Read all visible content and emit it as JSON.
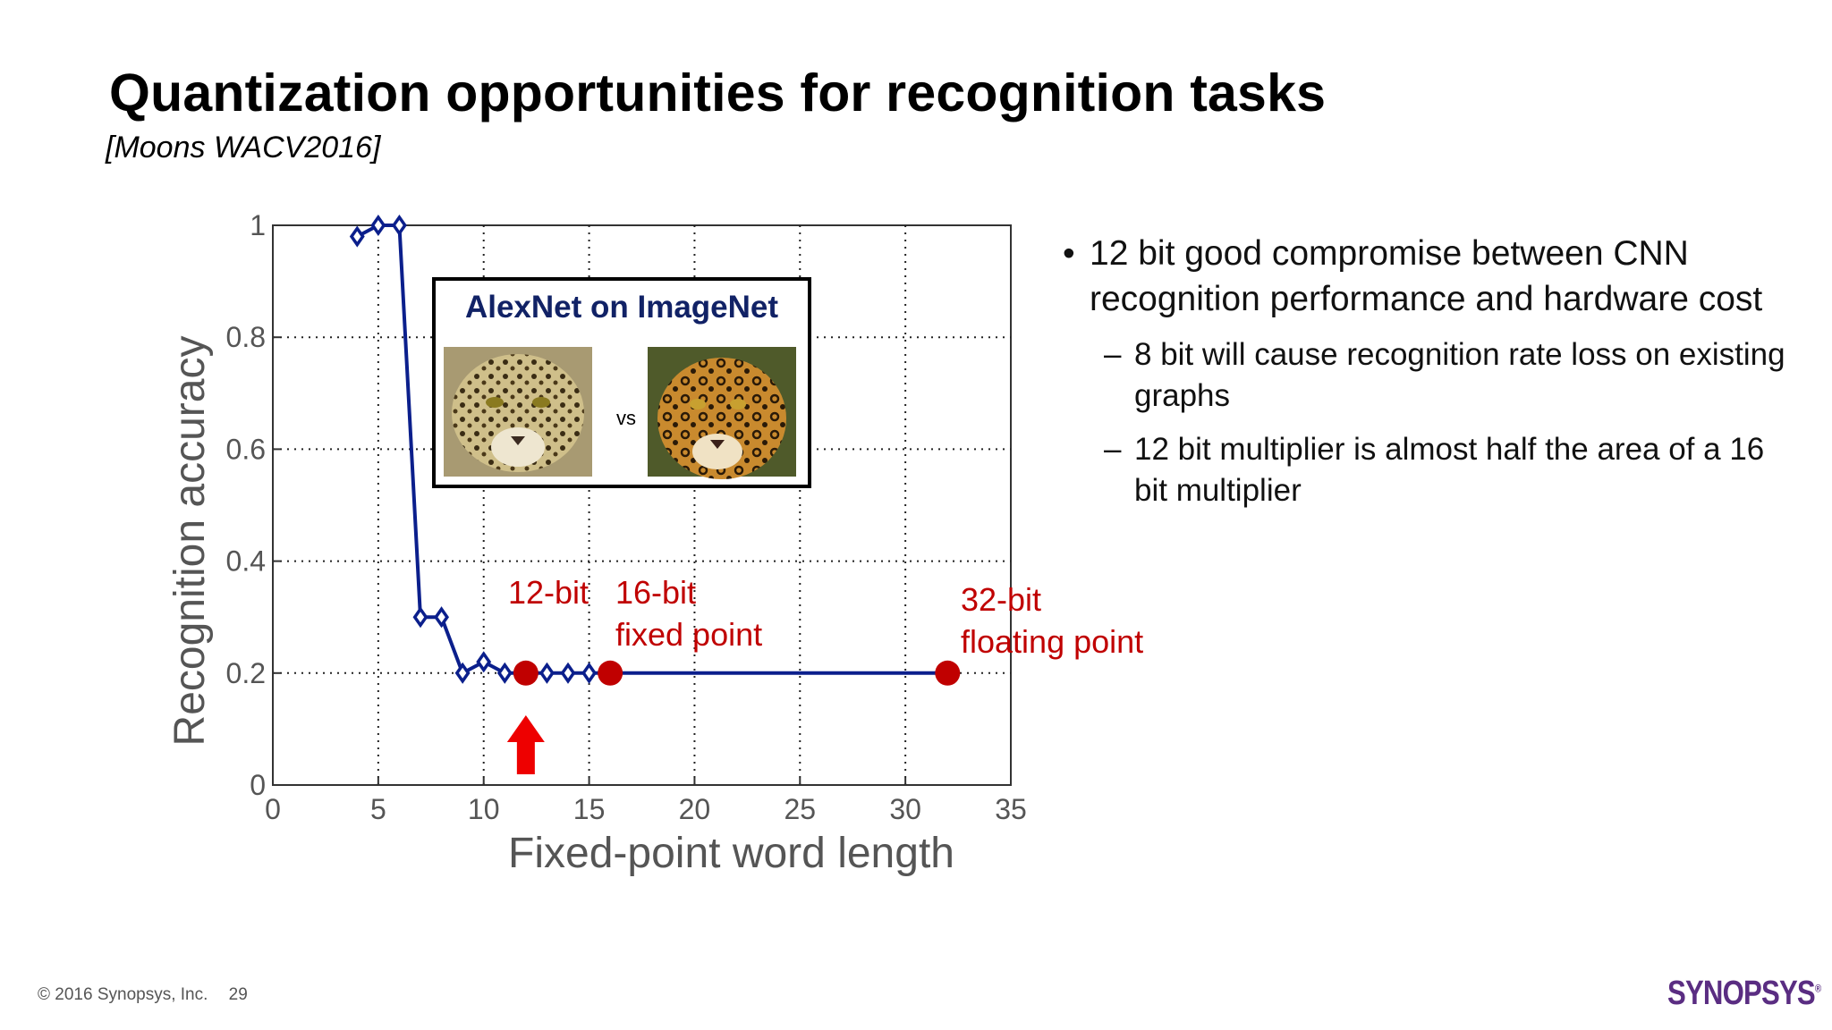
{
  "slide": {
    "title": "Quantization opportunities for recognition tasks",
    "subtitle": "[Moons WACV2016]",
    "bullets": [
      {
        "text": "12 bit good compromise between CNN recognition performance and hardware cost",
        "sub": [
          "8 bit will cause recognition rate loss on existing graphs",
          "12 bit multiplier is almost half the area of a 16 bit multiplier"
        ]
      }
    ],
    "footer": {
      "copyright": "© 2016 Synopsys, Inc.",
      "page": "29"
    },
    "logo": "SYNOPSYS"
  },
  "chart_data": {
    "type": "line",
    "xlabel": "Fixed-point word length",
    "ylabel": "Recognition accuracy",
    "xlim": [
      0,
      35
    ],
    "ylim": [
      0,
      1
    ],
    "xticks": [
      0,
      5,
      10,
      15,
      20,
      25,
      30,
      35
    ],
    "yticks": [
      0,
      0.2,
      0.4,
      0.6,
      0.8,
      1
    ],
    "ytick_labels": [
      "0",
      "0.2",
      "0.4",
      "0.6",
      "0.8",
      "1"
    ],
    "grid": true,
    "line_color": "#0b1f8c",
    "marker_color": "#c00000",
    "series": [
      {
        "x": [
          4,
          5,
          6,
          7,
          8,
          9,
          10,
          11,
          12,
          13,
          14,
          15,
          16,
          32
        ],
        "y": [
          0.98,
          1.0,
          1.0,
          0.3,
          0.3,
          0.2,
          0.22,
          0.2,
          0.2,
          0.2,
          0.2,
          0.2,
          0.2,
          0.2
        ]
      }
    ],
    "highlights": [
      {
        "x": 12,
        "y": 0.2,
        "label_lines": [
          "12-bit"
        ]
      },
      {
        "x": 16,
        "y": 0.2,
        "label_lines": [
          "16-bit",
          "fixed point"
        ]
      },
      {
        "x": 32,
        "y": 0.2,
        "label_lines": [
          "32-bit",
          "floating point"
        ]
      }
    ],
    "arrow_x": 12,
    "inset": {
      "title": "AlexNet on ImageNet",
      "vs": "vs"
    }
  }
}
